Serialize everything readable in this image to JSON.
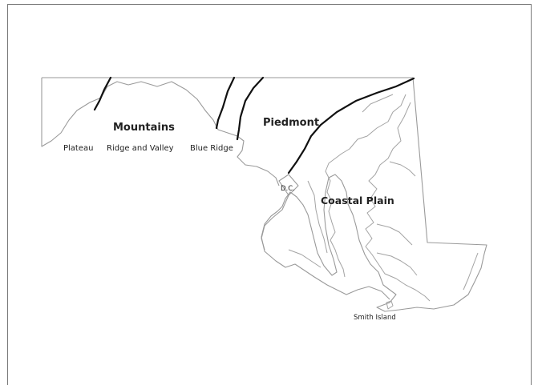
{
  "regions": {
    "mountains": "Mountains",
    "piedmont": "Piedmont",
    "coastal_plain": "Coastal Plain"
  },
  "subregions": {
    "plateau": "Plateau",
    "ridge_and_valley": "Ridge and Valley",
    "blue_ridge": "Blue Ridge"
  },
  "places": {
    "dc": "D.C.",
    "smith_island": "Smith Island"
  }
}
